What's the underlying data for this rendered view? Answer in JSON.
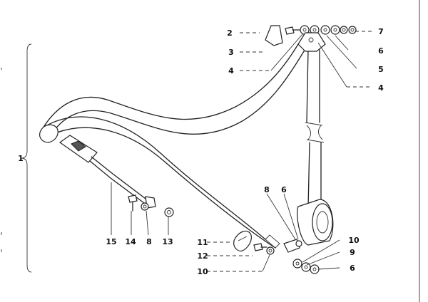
{
  "callouts": [
    {
      "id": "c2",
      "text": "2"
    },
    {
      "id": "c3",
      "text": "3"
    },
    {
      "id": "c4a",
      "text": "4"
    },
    {
      "id": "c7",
      "text": "7"
    },
    {
      "id": "c6a",
      "text": "6"
    },
    {
      "id": "c5",
      "text": "5"
    },
    {
      "id": "c4b",
      "text": "4"
    },
    {
      "id": "c1",
      "text": "1"
    },
    {
      "id": "c8a",
      "text": "8"
    },
    {
      "id": "c6b",
      "text": "6"
    },
    {
      "id": "c15",
      "text": "15"
    },
    {
      "id": "c14",
      "text": "14"
    },
    {
      "id": "c8b",
      "text": "8"
    },
    {
      "id": "c13",
      "text": "13"
    },
    {
      "id": "c11",
      "text": "11"
    },
    {
      "id": "c12",
      "text": "12"
    },
    {
      "id": "c10a",
      "text": "10"
    },
    {
      "id": "c10b",
      "text": "10"
    },
    {
      "id": "c9",
      "text": "9"
    },
    {
      "id": "c6c",
      "text": "6"
    }
  ]
}
